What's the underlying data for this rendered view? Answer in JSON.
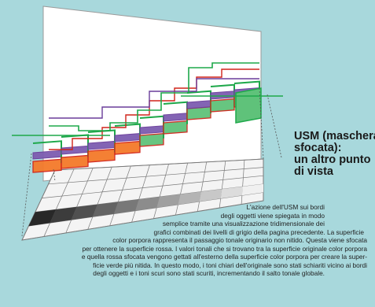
{
  "figure": {
    "colors": {
      "background": "#a8d8dc",
      "back_panel": "#ffffff",
      "grid_floor": "#f4f4f4",
      "grid_line": "#7a7a7a",
      "green_line": "#1ea84a",
      "red_line": "#d0231a",
      "purple_line": "#6a3d9a",
      "orange_fill": "#f47a2a",
      "purple_fill": "#7d5cb0",
      "green_fill": "#5fc27a"
    }
  },
  "heading": {
    "lines": [
      "USM (maschera",
      "sfocata):",
      "un altro punto",
      "di vista"
    ]
  },
  "body": {
    "lines": [
      "L'azione dell'USM sui bordi",
      "degli oggetti viene spiegata in modo",
      "semplice tramite una visualizzazione tridimensionale dei",
      "grafici combinati dei livelli di grigio della pagina precedente. La superficie",
      "color porpora rappresenta il passaggio tonale originario non nitido. Questa viene sfocata",
      "per ottenere la superficie rossa. I valori tonali che si trovano tra la superficie originale color porpora",
      "e quella rossa sfocata vengono gettati all'esterno della superficie color porpora per creare la super-",
      "ficie verde più nitida. In questo modo, i toni chiari dell'originale sono stati schiariti vicino ai bordi",
      "degli oggetti e i toni scuri sono stati scuriti, incrementando il salto tonale globale."
    ]
  }
}
